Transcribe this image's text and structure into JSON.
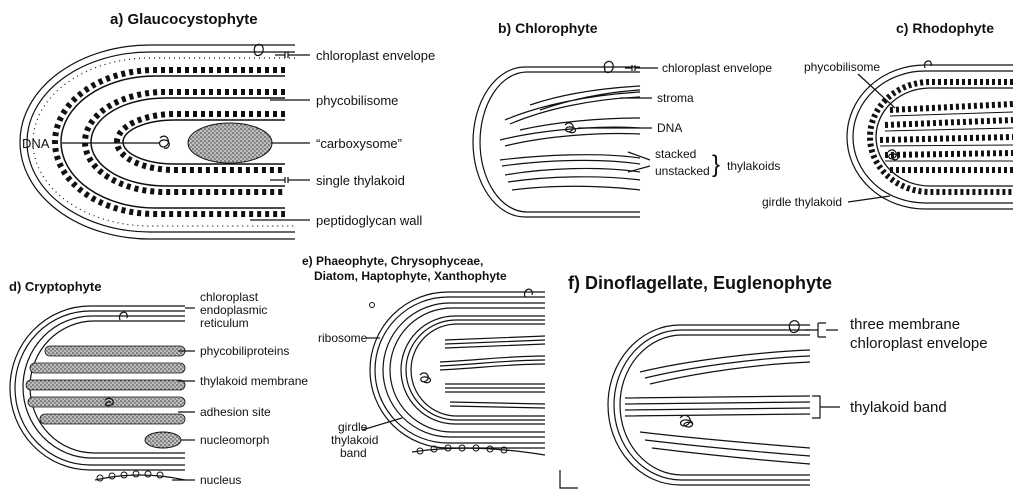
{
  "panels": {
    "a": {
      "title": "a) Glaucocystophyte",
      "labels": {
        "envelope": "chloroplast envelope",
        "phycobilisome": "phycobilisome",
        "carboxysome": "“carboxysome”",
        "thylakoid": "single thylakoid",
        "wall": "peptidoglycan wall",
        "dna": "DNA"
      }
    },
    "b": {
      "title": "b) Chlorophyte",
      "labels": {
        "envelope": "chloroplast envelope",
        "stroma": "stroma",
        "dna": "DNA",
        "stacked": "stacked",
        "unstacked": "unstacked",
        "thylakoids": "thylakoids"
      }
    },
    "c": {
      "title": "c) Rhodophyte",
      "labels": {
        "phycobilisome": "phycobilisome",
        "girdle": "girdle thylakoid"
      }
    },
    "d": {
      "title": "d) Cryptophyte",
      "labels": {
        "cer1": "chloroplast",
        "cer2": "endoplasmic",
        "cer3": "reticulum",
        "phycobiliproteins": "phycobiliproteins",
        "membrane": "thylakoid membrane",
        "adhesion": "adhesion site",
        "nucleomorph": "nucleomorph",
        "nucleus": "nucleus"
      }
    },
    "e": {
      "title1": "e) Phaeophyte, Chrysophyceae,",
      "title2": "Diatom, Haptophyte, Xanthophyte",
      "labels": {
        "ribosome": "ribosome",
        "girdle1": "girdle",
        "girdle2": "thylakoid",
        "girdle3": "band"
      }
    },
    "f": {
      "title": "f) Dinoflagellate, Euglenophyte",
      "labels": {
        "env1": "three membrane",
        "env2": "chloroplast envelope",
        "band": "thylakoid band"
      }
    }
  }
}
